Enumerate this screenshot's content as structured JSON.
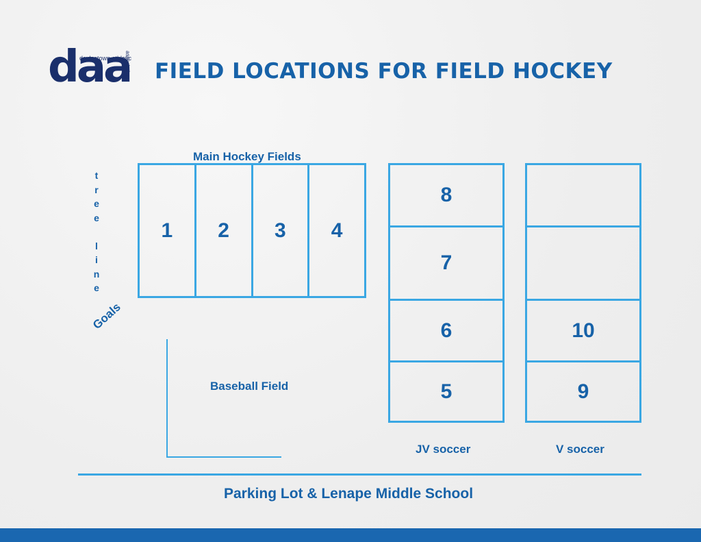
{
  "logo": {
    "letters": "daa",
    "top_text": "doylestown athletic",
    "side_text": "association"
  },
  "title": "FIELD LOCATIONS FOR FIELD HOCKEY",
  "main_fields": {
    "label": "Main Hockey Fields",
    "numbers": [
      "1",
      "2",
      "3",
      "4"
    ]
  },
  "tree_line": [
    "t",
    "r",
    "e",
    "e",
    "",
    "l",
    "i",
    "n",
    "e"
  ],
  "goals_label": "Goals",
  "baseball_label": "Baseball Field",
  "jv": {
    "label": "JV soccer",
    "numbers": [
      "8",
      "7",
      "6",
      "5"
    ]
  },
  "v": {
    "label": "V soccer",
    "numbers": [
      "",
      "",
      "10",
      "9"
    ]
  },
  "parking_label": "Parking Lot & Lenape Middle School",
  "colors": {
    "line": "#3aa7e3",
    "text": "#1762a8",
    "footer": "#1a67b0",
    "logo": "#1a2f6b"
  }
}
